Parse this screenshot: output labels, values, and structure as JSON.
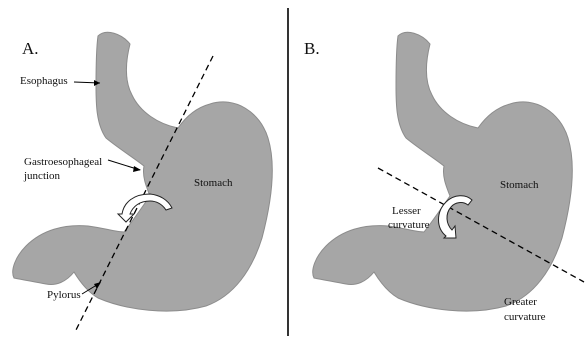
{
  "colors": {
    "organ_fill": "#a6a6a6",
    "organ_stroke": "#8c8c8c",
    "line": "#000000",
    "arrow_fill": "#ffffff"
  },
  "panels": [
    {
      "letter": "A.",
      "labels": {
        "esophagus": "Esophagus",
        "ge_line1": "Gastroesophageal",
        "ge_line2": "junction",
        "stomach": "Stomach",
        "pylorus": "Pylorus"
      }
    },
    {
      "letter": "B.",
      "labels": {
        "stomach": "Stomach",
        "lesser_line1": "Lesser",
        "lesser_line2": "curvature",
        "greater_line1": "Greater",
        "greater_line2": "curvature"
      }
    }
  ]
}
